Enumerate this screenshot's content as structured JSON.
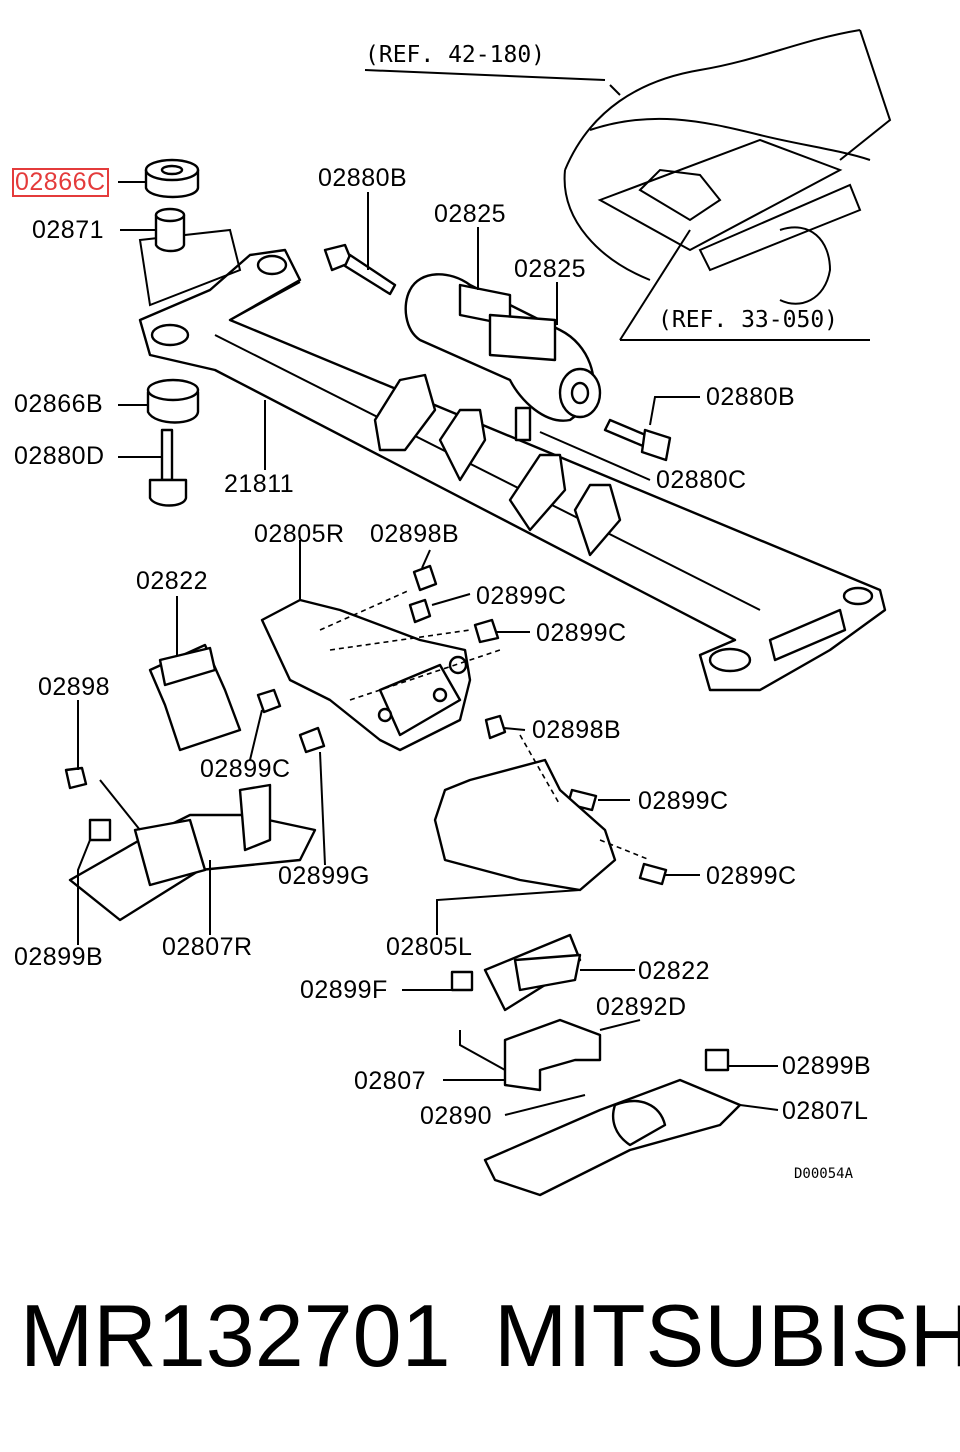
{
  "references": {
    "ref_top": "(REF. 42-180)",
    "ref_bottom": "(REF. 33-050)"
  },
  "callouts": {
    "c02866C": "02866C",
    "c02871": "02871",
    "c02880B_top": "02880B",
    "c02825_a": "02825",
    "c02825_b": "02825",
    "c02866B": "02866B",
    "c02880D": "02880D",
    "c21811": "21811",
    "c02880B_right": "02880B",
    "c02880C": "02880C",
    "c02805R": "02805R",
    "c02898B_top": "02898B",
    "c02822_left": "02822",
    "c02899C_1": "02899C",
    "c02899C_2": "02899C",
    "c02898": "02898",
    "c02899C_3": "02899C",
    "c02898B_mid": "02898B",
    "c02899C_4": "02899C",
    "c02899C_5": "02899C",
    "c02899G": "02899G",
    "c02807R": "02807R",
    "c02899B_left": "02899B",
    "c02805L": "02805L",
    "c02822_right": "02822",
    "c02899F": "02899F",
    "c02892D": "02892D",
    "c02807": "02807",
    "c02899B_right": "02899B",
    "c02890": "02890",
    "c02807L": "02807L"
  },
  "diagram_code": "D00054A",
  "highlighted_callout": "02866C",
  "highlight_color": "#e43b3b",
  "footer": {
    "part_number": "MR132701",
    "brand": "MITSUBISHI"
  }
}
